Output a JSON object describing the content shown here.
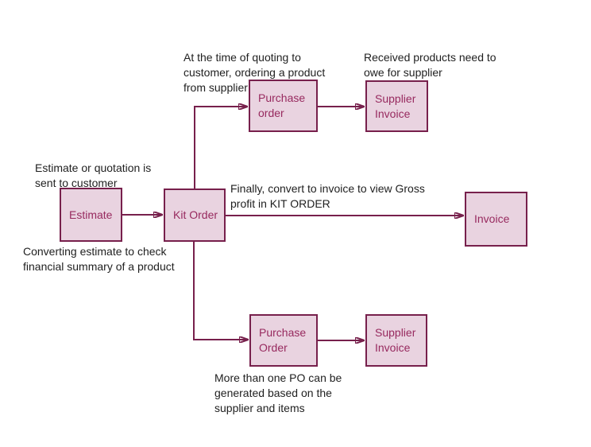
{
  "boxes": [
    {
      "id": "estimate",
      "label": "Estimate"
    },
    {
      "id": "kit-order",
      "label": "Kit Order"
    },
    {
      "id": "purchase-order-top",
      "label": "Purchase\norder"
    },
    {
      "id": "supplier-invoice-top",
      "label": "Supplier\nInvoice"
    },
    {
      "id": "invoice",
      "label": "Invoice"
    },
    {
      "id": "purchase-order-bottom",
      "label": "Purchase\nOrder"
    },
    {
      "id": "supplier-invoice-bottom",
      "label": "Supplier\nInvoice"
    }
  ],
  "annotations": [
    {
      "id": "estimate-note",
      "text": "Estimate or quotation is\nsent to customer"
    },
    {
      "id": "converting-note",
      "text": "Converting estimate to check\nfinancial summary of a product"
    },
    {
      "id": "quoting-note",
      "text": "At the time of quoting to\ncustomer, ordering a product\nfrom supplier"
    },
    {
      "id": "received-note",
      "text": "Received products need to\nowe for supplier"
    },
    {
      "id": "finally-note",
      "text": "Finally, convert to invoice to view Gross\nprofit in KIT ORDER"
    },
    {
      "id": "more-po-note",
      "text": "More than one PO can be\ngenerated based on the\nsupplier and items"
    }
  ],
  "colors": {
    "box_fill": "#e9d3e0",
    "box_border": "#77204c",
    "box_text": "#97295e",
    "arrow": "#77204c",
    "annotation_text": "#1f1f1f"
  }
}
